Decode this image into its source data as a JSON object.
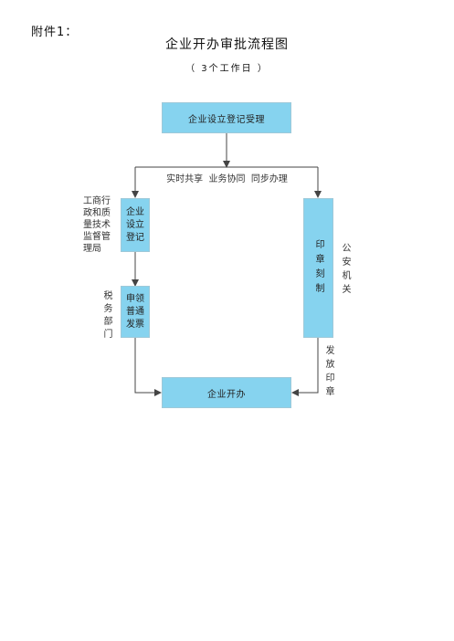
{
  "attachment_label": "附件1：",
  "title": "企业开办审批流程图",
  "subtitle": "（ 3个工作日 ）",
  "nodes": {
    "acceptance": "企业设立登记受理",
    "enterprise_registration": "企业\n设立\n登记",
    "invoice": "申领\n普通\n发票",
    "seal_engraving": "印章刻制",
    "enterprise_open": "企业开办"
  },
  "labels": {
    "shared": "实时共享  业务协同  同步办理",
    "market_bureau": "工商行\n政和质\n量技术\n监督管\n理局",
    "tax_dept": "税务部门",
    "police": "公安机关",
    "issue_seal": "发放印章"
  },
  "colors": {
    "box_fill": "#86d3ef",
    "line": "#444444"
  }
}
